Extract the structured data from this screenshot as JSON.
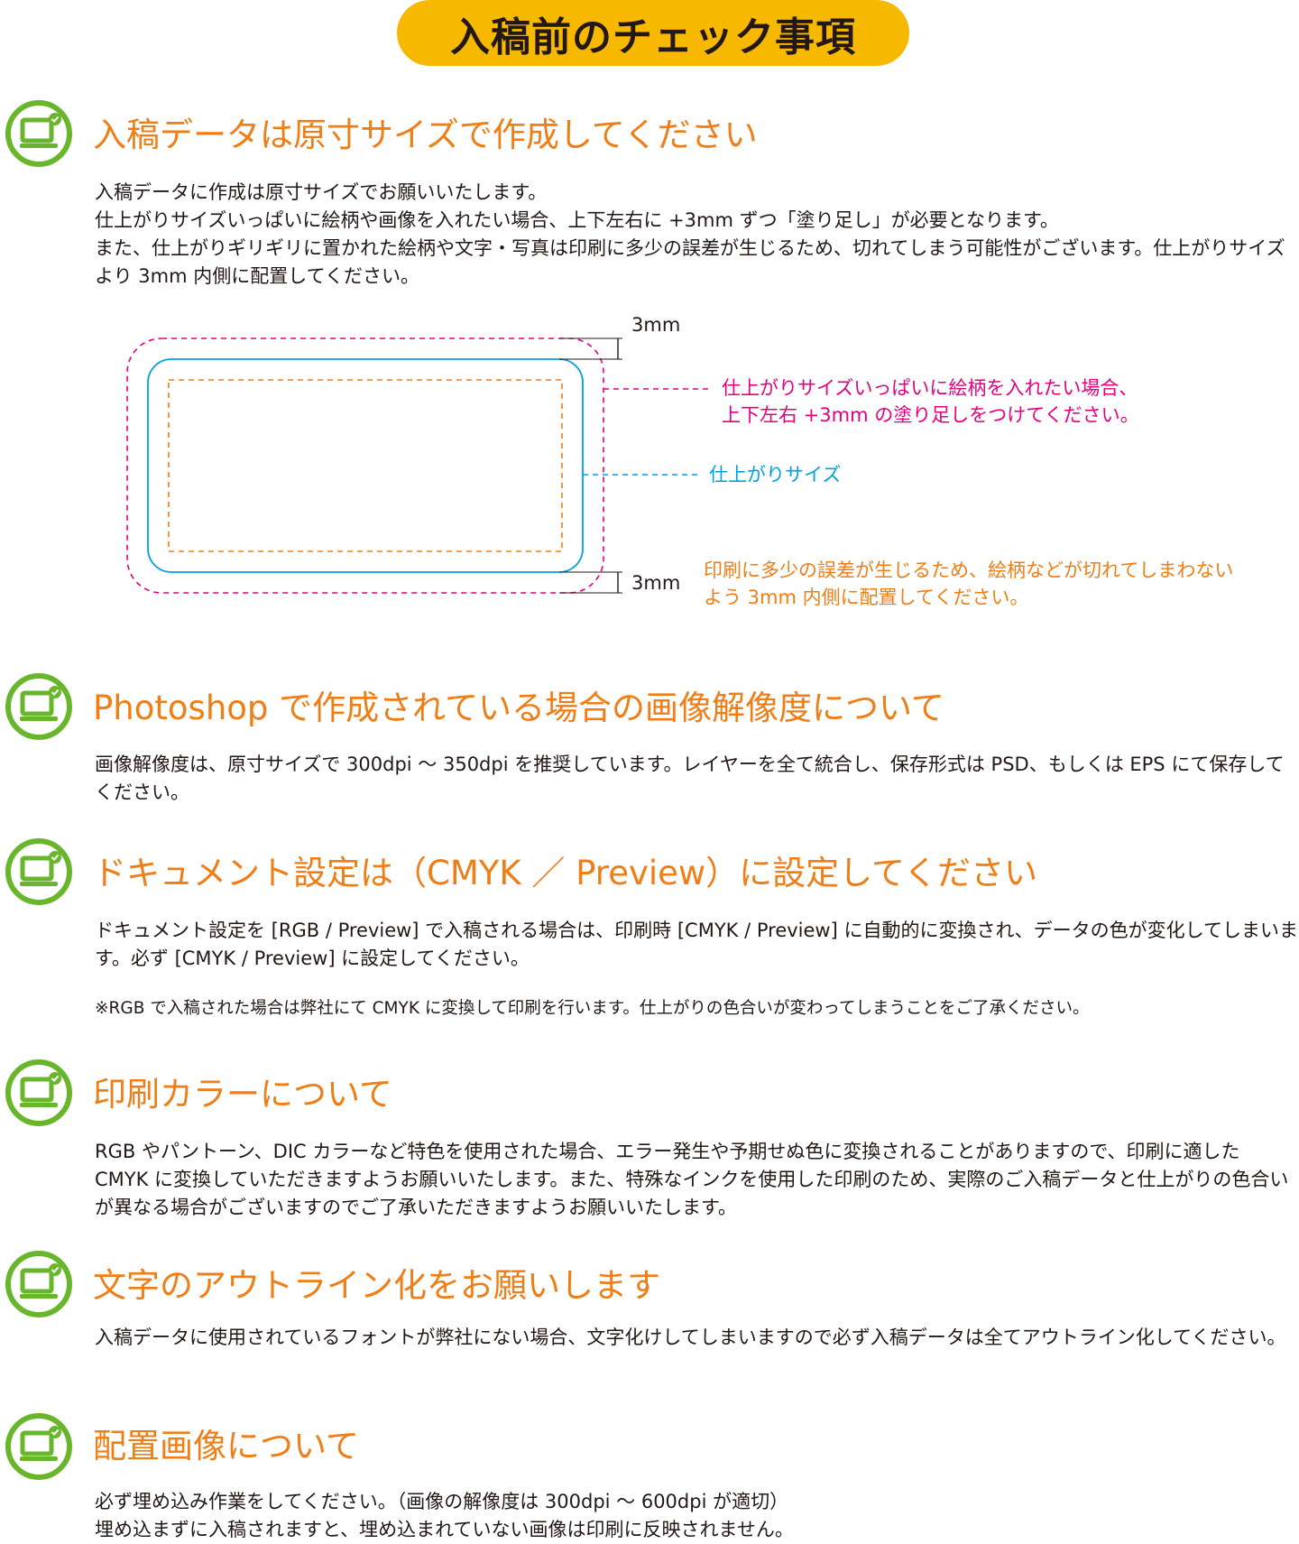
{
  "banner": {
    "title": "入稿前のチェック事項",
    "color": "#f7b800"
  },
  "colors": {
    "accent_orange": "#ef7e16",
    "icon_green": "#69b62d",
    "bleed_magenta": "#e4007f",
    "trim_cyan": "#00a0e9"
  },
  "sections": [
    {
      "icon": "monitor-check-icon",
      "heading": "入稿データは原寸サイズで作成してください",
      "lines": [
        "入稿データに作成は原寸サイズでお願いいたします。",
        "仕上がりサイズいっぱいに絵柄や画像を入れたい場合、上下左右に +3mm ずつ「塗り足し」が必要となります。",
        "また、仕上がりギリギリに置かれた絵柄や文字・写真は印刷に多少の誤差が生じるため、切れてしまう可能性がございます。仕上がりサイズより 3mm 内側に配置してください。"
      ]
    },
    {
      "icon": "monitor-check-icon",
      "heading": "Photoshop で作成されている場合の画像解像度について",
      "lines": [
        "画像解像度は、原寸サイズで 300dpi 〜 350dpi を推奨しています。レイヤーを全て統合し、保存形式は PSD、もしくは EPS にて保存してください。"
      ]
    },
    {
      "icon": "monitor-check-icon",
      "heading": "ドキュメント設定は（CMYK ／ Preview）に設定してください",
      "lines": [
        "ドキュメント設定を [RGB / Preview] で入稿される場合は、印刷時 [CMYK / Preview] に自動的に変換され、データの色が変化してしまいます。必ず [CMYK / Preview] に設定してください。"
      ],
      "note": "※RGB で入稿された場合は弊社にて CMYK に変換して印刷を行います。仕上がりの色合いが変わってしまうことをご了承ください。"
    },
    {
      "icon": "monitor-check-icon",
      "heading": "印刷カラーについて",
      "lines": [
        "RGB やパントーン、DIC カラーなど特色を使用された場合、エラー発生や予期せぬ色に変換されることがありますので、印刷に適した CMYK に変換していただきますようお願いいたします。また、特殊なインクを使用した印刷のため、実際のご入稿データと仕上がりの色合いが異なる場合がございますのでご了承いただきますようお願いいたします。"
      ]
    },
    {
      "icon": "monitor-check-icon",
      "heading": "文字のアウトライン化をお願いします",
      "lines": [
        "入稿データに使用されているフォントが弊社にない場合、文字化けしてしまいますので必ず入稿データは全てアウトライン化してください。"
      ]
    },
    {
      "icon": "monitor-check-icon",
      "heading": "配置画像について",
      "lines": [
        "必ず埋め込み作業をしてください。（画像の解像度は 300dpi 〜 600dpi が適切）",
        "埋め込まずに入稿されますと、埋め込まれていない画像は印刷に反映されません。"
      ]
    }
  ],
  "diagram": {
    "bleed_offset": "3mm",
    "safe_offset": "3mm",
    "bleed_label_1": "仕上がりサイズいっぱいに絵柄を入れたい場合、",
    "bleed_label_2": "上下左右 +3mm の塗り足しをつけてください。",
    "trim_label": "仕上がりサイズ",
    "safe_label_1": "印刷に多少の誤差が生じるため、絵柄などが切れてしまわない",
    "safe_label_2": "よう 3mm 内側に配置してください。"
  }
}
